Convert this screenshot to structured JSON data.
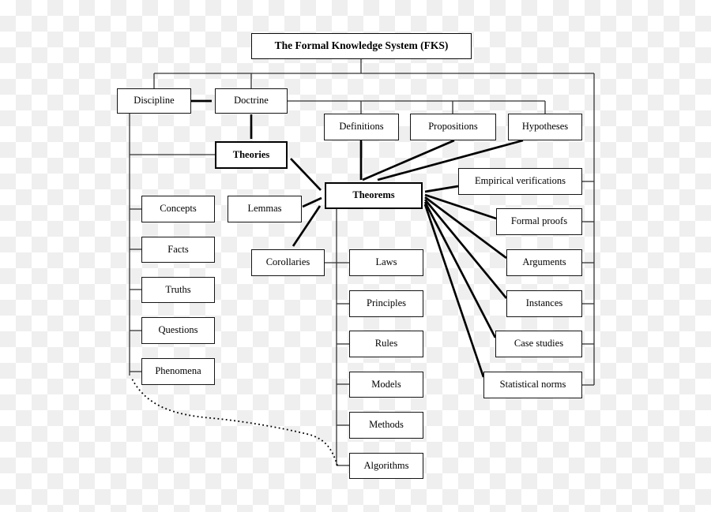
{
  "title": {
    "label": "The Formal Knowledge System (FKS)"
  },
  "colors": {
    "background_checker_light": "#ffffff",
    "background_checker_dark": "#efefef",
    "box_fill": "#ffffff",
    "box_border": "#151515",
    "line": "#333333",
    "arrow": "#000000",
    "text": "#000000"
  },
  "nodes": {
    "fks": {
      "label": "The Formal Knowledge System (FKS)",
      "emphasis": true
    },
    "discipline": {
      "label": "Discipline",
      "emphasis": false
    },
    "doctrine": {
      "label": "Doctrine",
      "emphasis": false
    },
    "definitions": {
      "label": "Definitions",
      "emphasis": false
    },
    "propositions": {
      "label": "Propositions",
      "emphasis": false
    },
    "hypotheses": {
      "label": "Hypotheses",
      "emphasis": false
    },
    "theories": {
      "label": "Theories",
      "emphasis": true
    },
    "lemmas": {
      "label": "Lemmas",
      "emphasis": false
    },
    "theorems": {
      "label": "Theorems",
      "emphasis": true
    },
    "empirical_verifications": {
      "label": "Empirical verifications",
      "emphasis": false
    },
    "formal_proofs": {
      "label": "Formal proofs",
      "emphasis": false
    },
    "arguments": {
      "label": "Arguments",
      "emphasis": false
    },
    "instances": {
      "label": "Instances",
      "emphasis": false
    },
    "case_studies": {
      "label": "Case studies",
      "emphasis": false
    },
    "statistical_norms": {
      "label": "Statistical norms",
      "emphasis": false
    },
    "corollaries": {
      "label": "Corollaries",
      "emphasis": false
    },
    "concepts": {
      "label": "Concepts",
      "emphasis": false
    },
    "facts": {
      "label": "Facts",
      "emphasis": false
    },
    "truths": {
      "label": "Truths",
      "emphasis": false
    },
    "questions": {
      "label": "Questions",
      "emphasis": false
    },
    "phenomena": {
      "label": "Phenomena",
      "emphasis": false
    },
    "laws": {
      "label": "Laws",
      "emphasis": false
    },
    "principles": {
      "label": "Principles",
      "emphasis": false
    },
    "rules": {
      "label": "Rules",
      "emphasis": false
    },
    "models": {
      "label": "Models",
      "emphasis": false
    },
    "methods": {
      "label": "Methods",
      "emphasis": false
    },
    "algorithms": {
      "label": "Algorithms",
      "emphasis": false
    }
  },
  "edges": [
    {
      "from": "fks",
      "to": "discipline",
      "type": "line"
    },
    {
      "from": "fks",
      "to": "doctrine",
      "type": "line"
    },
    {
      "from": "fks",
      "to": "right-column-rail",
      "type": "line"
    },
    {
      "from": "doctrine",
      "to": "definitions",
      "type": "line"
    },
    {
      "from": "doctrine",
      "to": "propositions",
      "type": "line"
    },
    {
      "from": "doctrine",
      "to": "hypotheses",
      "type": "line"
    },
    {
      "from": "discipline",
      "to": "theories",
      "type": "line"
    },
    {
      "from": "discipline",
      "to": "concepts",
      "type": "line"
    },
    {
      "from": "discipline",
      "to": "facts",
      "type": "line"
    },
    {
      "from": "discipline",
      "to": "truths",
      "type": "line"
    },
    {
      "from": "discipline",
      "to": "questions",
      "type": "line"
    },
    {
      "from": "discipline",
      "to": "phenomena",
      "type": "line"
    },
    {
      "from": "discipline",
      "to": "doctrine",
      "type": "arrow"
    },
    {
      "from": "doctrine",
      "to": "theories",
      "type": "arrow"
    },
    {
      "from": "definitions",
      "to": "theorems",
      "type": "arrow"
    },
    {
      "from": "propositions",
      "to": "theorems",
      "type": "arrow"
    },
    {
      "from": "hypotheses",
      "to": "theorems",
      "type": "arrow"
    },
    {
      "from": "empirical_verifications",
      "to": "theorems",
      "type": "arrow"
    },
    {
      "from": "formal_proofs",
      "to": "theorems",
      "type": "arrow"
    },
    {
      "from": "arguments",
      "to": "theorems",
      "type": "arrow"
    },
    {
      "from": "instances",
      "to": "theorems",
      "type": "arrow"
    },
    {
      "from": "case_studies",
      "to": "theorems",
      "type": "arrow"
    },
    {
      "from": "statistical_norms",
      "to": "theorems",
      "type": "arrow"
    },
    {
      "from": "lemmas",
      "to": "theorems",
      "type": "arrow"
    },
    {
      "from": "theories",
      "to": "theorems",
      "type": "double-arrow"
    },
    {
      "from": "theorems",
      "to": "corollaries",
      "type": "double-arrow"
    },
    {
      "from": "corollaries",
      "to": "laws",
      "type": "line"
    },
    {
      "from": "theorems",
      "to": "principles",
      "type": "line"
    },
    {
      "from": "theorems",
      "to": "rules",
      "type": "line"
    },
    {
      "from": "theorems",
      "to": "models",
      "type": "line"
    },
    {
      "from": "theorems",
      "to": "methods",
      "type": "line"
    },
    {
      "from": "theorems",
      "to": "algorithms",
      "type": "line"
    },
    {
      "from": "algorithms",
      "to": "phenomena",
      "type": "dotted-arrow"
    }
  ]
}
